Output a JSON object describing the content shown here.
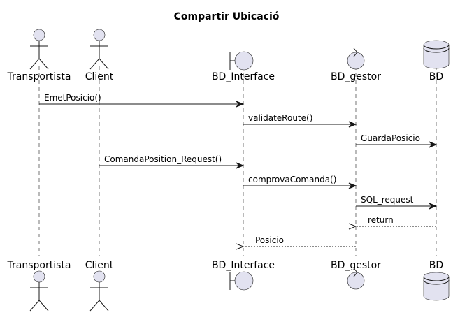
{
  "diagram": {
    "title": "Compartir Ubicació",
    "colors": {
      "shape_fill": "#E2E2F0",
      "line": "#181818"
    },
    "participants": [
      {
        "id": "transportista",
        "label": "Transportista",
        "kind": "actor"
      },
      {
        "id": "client",
        "label": "Client",
        "kind": "actor"
      },
      {
        "id": "bd_interface",
        "label": "BD_Interface",
        "kind": "boundary"
      },
      {
        "id": "bd_gestor",
        "label": "BD_gestor",
        "kind": "control"
      },
      {
        "id": "bd",
        "label": "BD",
        "kind": "database"
      }
    ],
    "messages": [
      {
        "from": "transportista",
        "to": "bd_interface",
        "label": "EmetPosicio()",
        "style": "solid"
      },
      {
        "from": "bd_interface",
        "to": "bd_gestor",
        "label": "validateRoute()",
        "style": "solid"
      },
      {
        "from": "bd_gestor",
        "to": "bd",
        "label": "GuardaPosicio",
        "style": "solid"
      },
      {
        "from": "client",
        "to": "bd_interface",
        "label": "ComandaPosition_Request()",
        "style": "solid"
      },
      {
        "from": "bd_interface",
        "to": "bd_gestor",
        "label": "comprovaComanda()",
        "style": "solid"
      },
      {
        "from": "bd_gestor",
        "to": "bd",
        "label": "SQL_request",
        "style": "solid"
      },
      {
        "from": "bd",
        "to": "bd_gestor",
        "label": "return",
        "style": "dashed"
      },
      {
        "from": "bd_gestor",
        "to": "bd_interface",
        "label": "Posicio",
        "style": "dashed"
      }
    ]
  }
}
